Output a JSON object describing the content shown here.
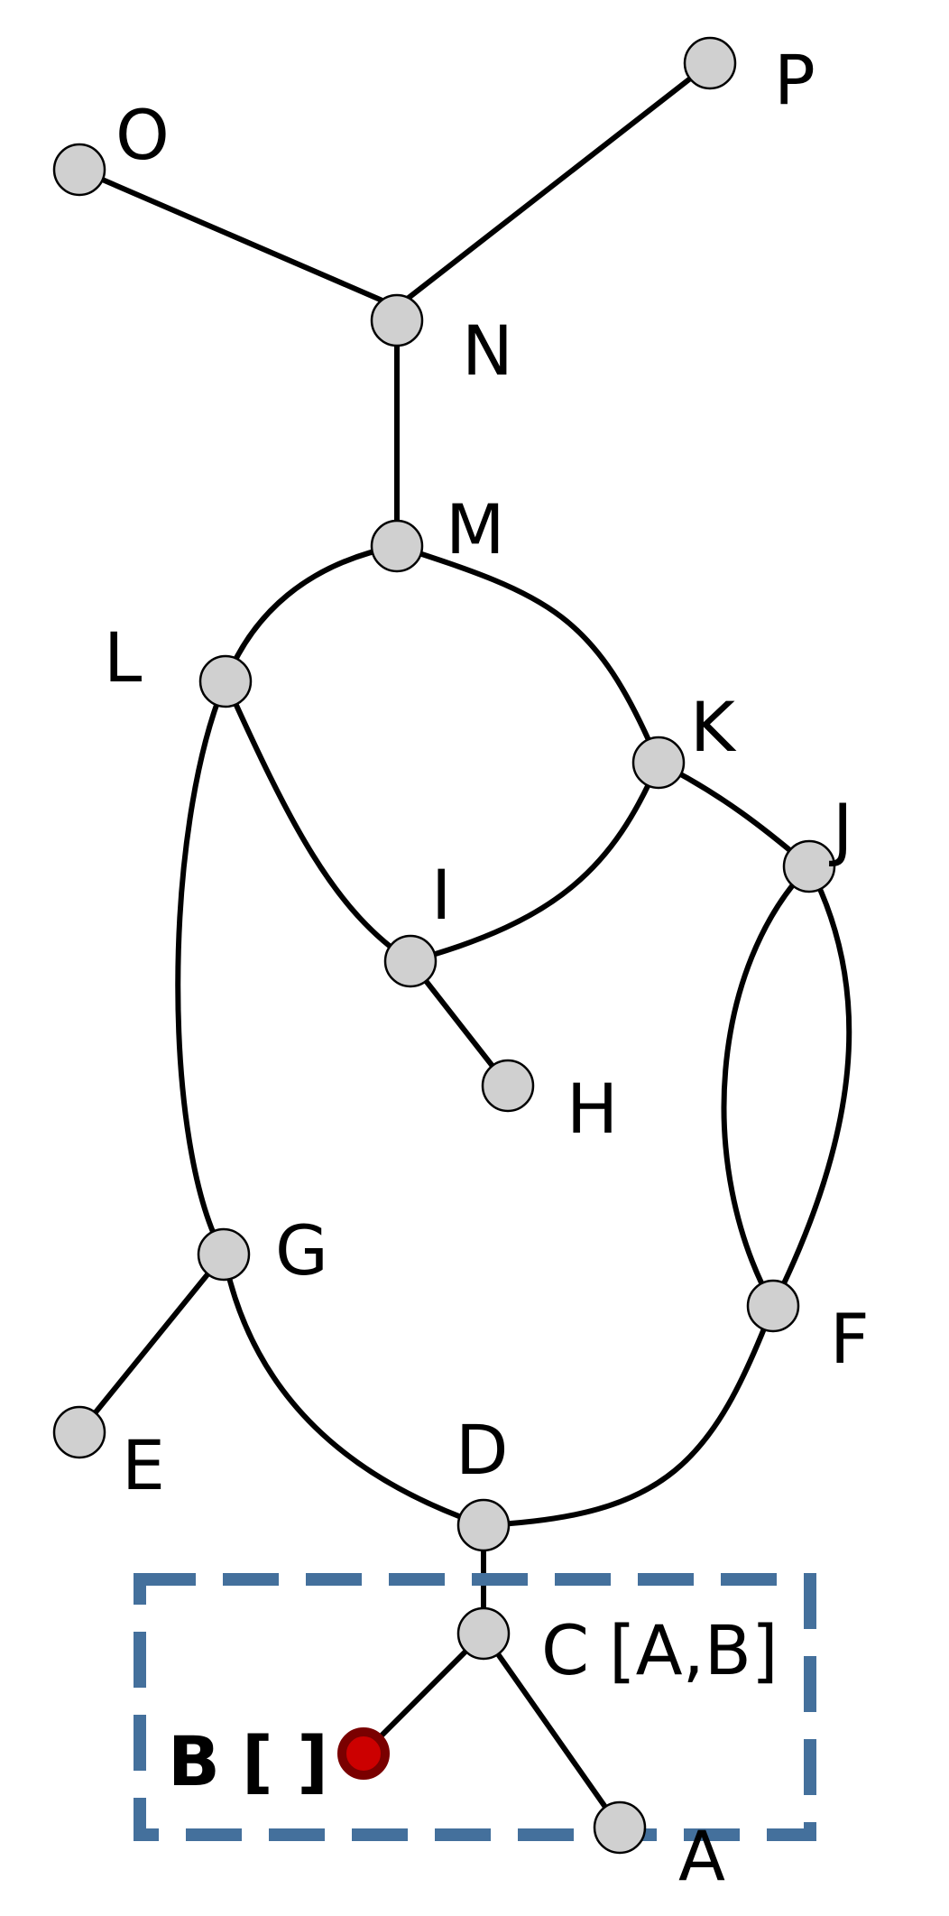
{
  "nodes": [
    {
      "id": "A",
      "label": "A"
    },
    {
      "id": "B",
      "label": "B",
      "list": "[ ]"
    },
    {
      "id": "C",
      "label": "C",
      "list": "[A,B]"
    },
    {
      "id": "D",
      "label": "D"
    },
    {
      "id": "E",
      "label": "E"
    },
    {
      "id": "F",
      "label": "F"
    },
    {
      "id": "G",
      "label": "G"
    },
    {
      "id": "H",
      "label": "H"
    },
    {
      "id": "I",
      "label": "I"
    },
    {
      "id": "J",
      "label": "J"
    },
    {
      "id": "K",
      "label": "K"
    },
    {
      "id": "L",
      "label": "L"
    },
    {
      "id": "M",
      "label": "M"
    },
    {
      "id": "N",
      "label": "N"
    },
    {
      "id": "O",
      "label": "O"
    },
    {
      "id": "P",
      "label": "P"
    }
  ],
  "edges": [
    [
      "O",
      "N"
    ],
    [
      "P",
      "N"
    ],
    [
      "N",
      "M"
    ],
    [
      "M",
      "L"
    ],
    [
      "M",
      "K"
    ],
    [
      "L",
      "I"
    ],
    [
      "K",
      "I"
    ],
    [
      "I",
      "H"
    ],
    [
      "K",
      "J"
    ],
    [
      "J",
      "F"
    ],
    [
      "L",
      "G"
    ],
    [
      "G",
      "E"
    ],
    [
      "G",
      "D"
    ],
    [
      "F",
      "D"
    ],
    [
      "D",
      "C"
    ],
    [
      "C",
      "B"
    ],
    [
      "C",
      "A"
    ]
  ],
  "highlighted_node": "B",
  "colors": {
    "node_fill": "#d0d0d0",
    "highlight_fill": "#cc0000",
    "highlight_stroke": "#7a0000",
    "frame": "#44709c",
    "edge": "#000000"
  }
}
